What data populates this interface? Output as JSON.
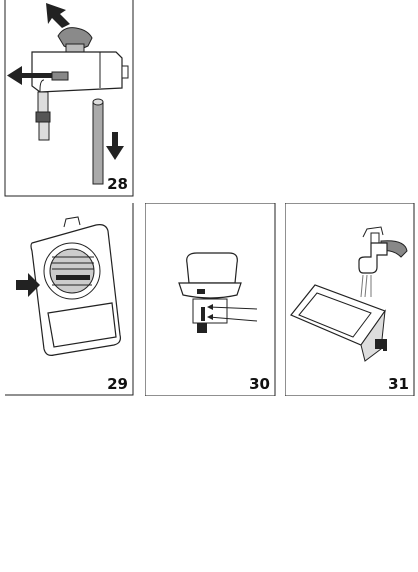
{
  "figures": [
    {
      "number": "28",
      "subject": "pipe-disconnect"
    },
    {
      "number": "29",
      "subject": "selector-dial"
    },
    {
      "number": "30",
      "subject": "cap-assembly"
    },
    {
      "number": "31",
      "subject": "rinse-under-tap"
    }
  ]
}
